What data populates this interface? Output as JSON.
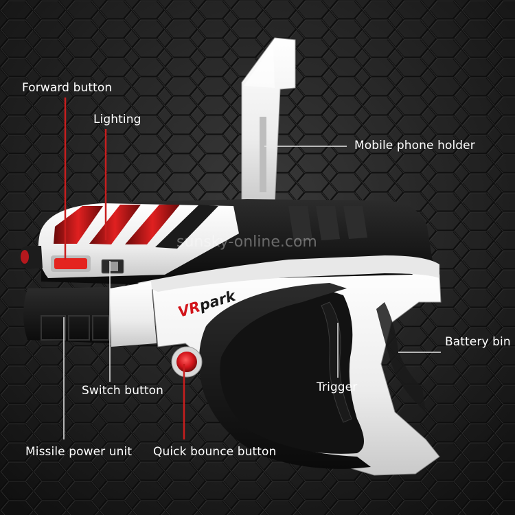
{
  "product": {
    "brand_logo": "VRPARK",
    "watermark": "sunsky-online.com"
  },
  "labels": {
    "forward_button": "Forward button",
    "lighting": "Lighting",
    "mobile_phone_holder": "Mobile phone holder",
    "battery_bin": "Battery bin",
    "switch_button": "Switch button",
    "trigger": "Trigger",
    "missile_power_unit": "Missile power unit",
    "quick_bounce_button": "Quick bounce button"
  },
  "colors": {
    "background": "#1b1b1b",
    "body_white": "#f2f2f2",
    "body_black": "#141414",
    "accent_red": "#d2151b",
    "leader_red": "#c81e1e",
    "leader_white": "#e8e8e8",
    "label_text": "#ffffff"
  }
}
